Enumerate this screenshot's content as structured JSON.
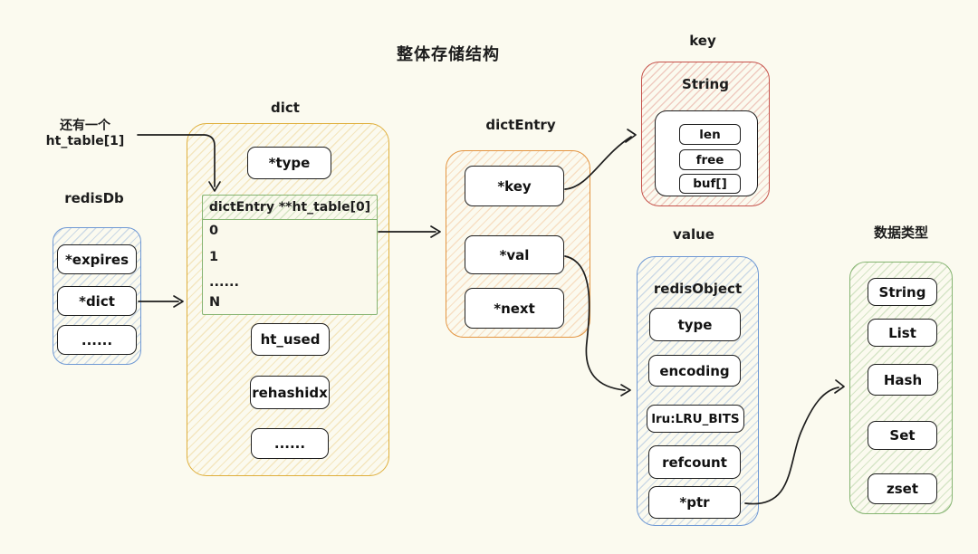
{
  "title": "整体存储结构",
  "annotation": {
    "line1": "还有一个",
    "line2": "ht_table[1]"
  },
  "redisdb": {
    "label": "redisDb",
    "items": [
      "*expires",
      "*dict",
      "......"
    ]
  },
  "dict": {
    "label": "dict",
    "type_field": "*type",
    "table": {
      "header": "dictEntry **ht_table[0]",
      "rows": [
        "0",
        "1",
        "......",
        "N"
      ]
    },
    "fields": [
      "ht_used",
      "rehashidx",
      "......"
    ]
  },
  "dictentry": {
    "label": "dictEntry",
    "fields": [
      "*key",
      "*val",
      "*next"
    ]
  },
  "key": {
    "label": "key",
    "struct": "String",
    "fields": [
      "len",
      "free",
      "buf[]"
    ]
  },
  "value": {
    "label": "value",
    "struct": "redisObject",
    "fields": [
      "type",
      "encoding",
      "lru:LRU_BITS",
      "refcount",
      "*ptr"
    ]
  },
  "datatypes": {
    "label": "数据类型",
    "fields": [
      "String",
      "List",
      "Hash",
      "Set",
      "zset"
    ]
  },
  "colors": {
    "background": "#fbfaef",
    "stroke_dark": "#1d1d1d",
    "blue": "#6e98d4",
    "yellow": "#dfaf3b",
    "orange": "#e39440",
    "red": "#c6524b",
    "green": "#85b471"
  }
}
